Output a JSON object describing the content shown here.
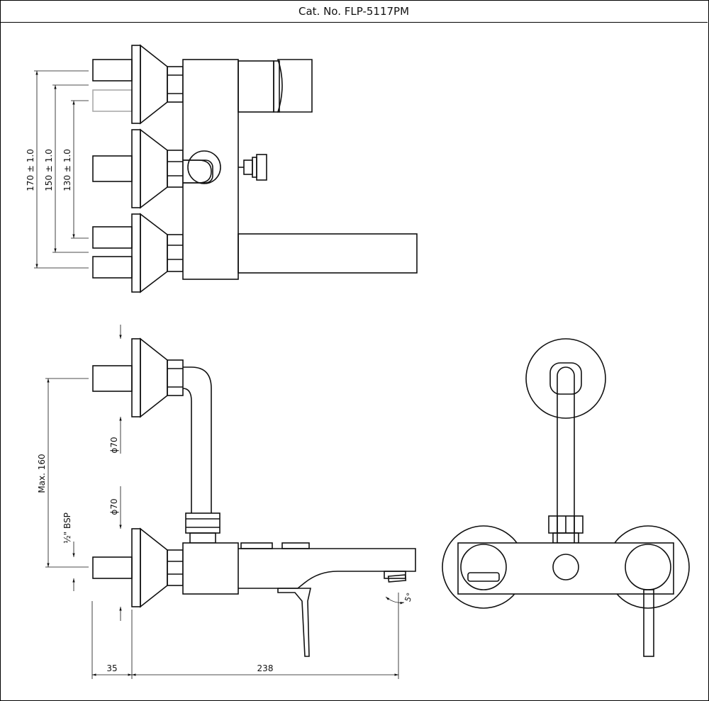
{
  "title": "Cat. No. FLP-5117PM",
  "dimensions": {
    "top_view": {
      "d170": "170 ± 1.0",
      "d150": "150 ± 1.0",
      "d130": "130 ± 1.0"
    },
    "side_view": {
      "phi70_upper": "ϕ70",
      "phi70_lower": "ϕ70",
      "max160": "Max. 160",
      "bsp": "½\" BSP",
      "d35": "35",
      "d238": "238",
      "angle": "5°"
    }
  }
}
